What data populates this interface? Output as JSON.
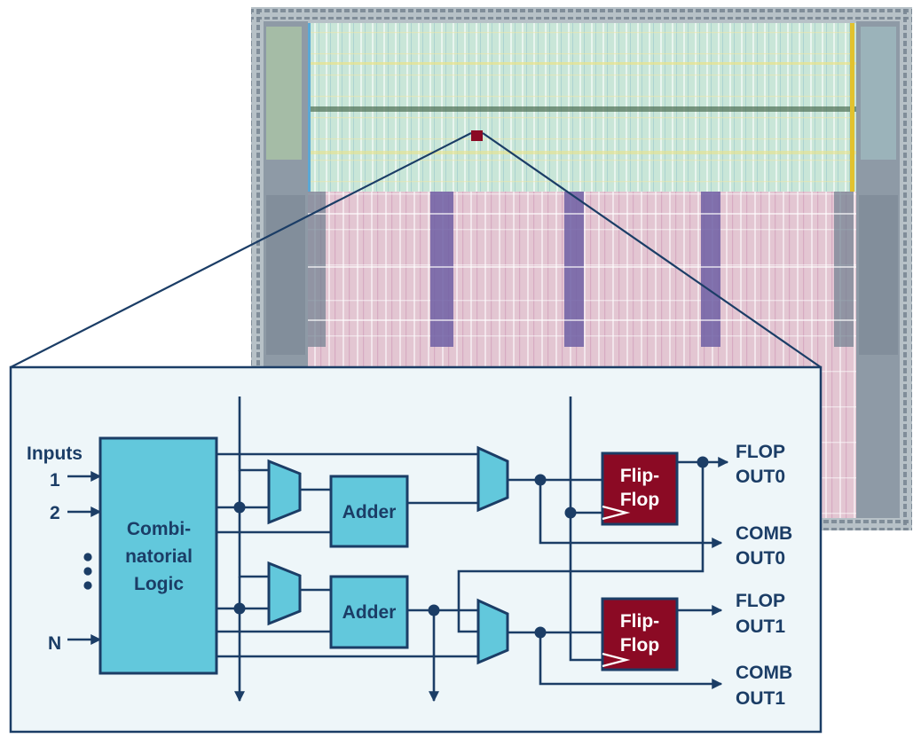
{
  "figure": {
    "die_photo": {
      "description_icon": "chip-die-photo",
      "marker_color": "#8b0a24"
    },
    "inset": {
      "inputs_label": "Inputs",
      "input_1": "1",
      "input_2": "2",
      "input_n": "N",
      "logic_line1": "Combi-",
      "logic_line2": "natorial",
      "logic_line3": "Logic",
      "adder_top": "Adder",
      "adder_bottom": "Adder",
      "ff_top_line1": "Flip-",
      "ff_top_line2": "Flop",
      "ff_bottom_line1": "Flip-",
      "ff_bottom_line2": "Flop",
      "flop_out0_line1": "FLOP",
      "flop_out0_line2": "OUT0",
      "comb_out0_line1": "COMB",
      "comb_out0_line2": "OUT0",
      "flop_out1_line1": "FLOP",
      "flop_out1_line2": "OUT1",
      "comb_out1_line1": "COMB",
      "comb_out1_line2": "OUT1"
    },
    "colors": {
      "wire": "#1b3d66",
      "logic_block": "#62c8dc",
      "flip_flop": "#8b0a24",
      "inset_background": "#eef6f9"
    }
  }
}
